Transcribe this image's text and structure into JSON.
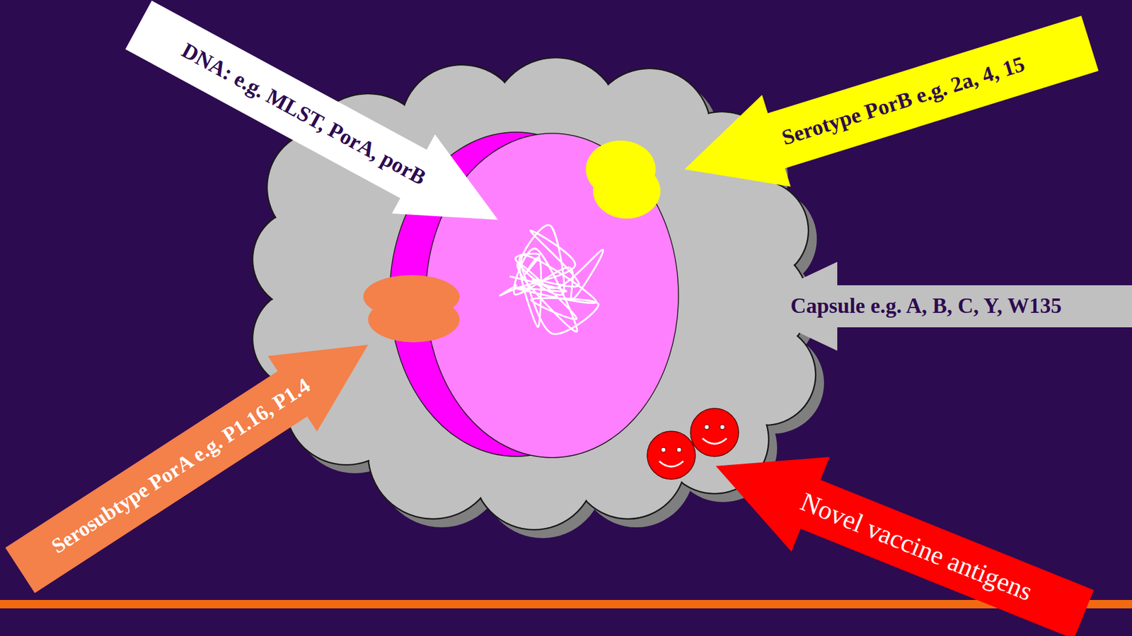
{
  "diagram": {
    "nodes": [
      {
        "text": [
          "DNA: e.g. MLST, PorA, porB"
        ]
      },
      {
        "text": [
          "Serotype PorB e.g. 2a, 4, 15"
        ]
      },
      {
        "text": [
          "Capsule e.g. A, B, C, Y, W135"
        ]
      },
      {
        "text": [
          "Serosubtype PorA e.g. P1.16, P1.4"
        ]
      },
      {
        "text": [
          "Novel vaccine antigens"
        ]
      }
    ]
  }
}
